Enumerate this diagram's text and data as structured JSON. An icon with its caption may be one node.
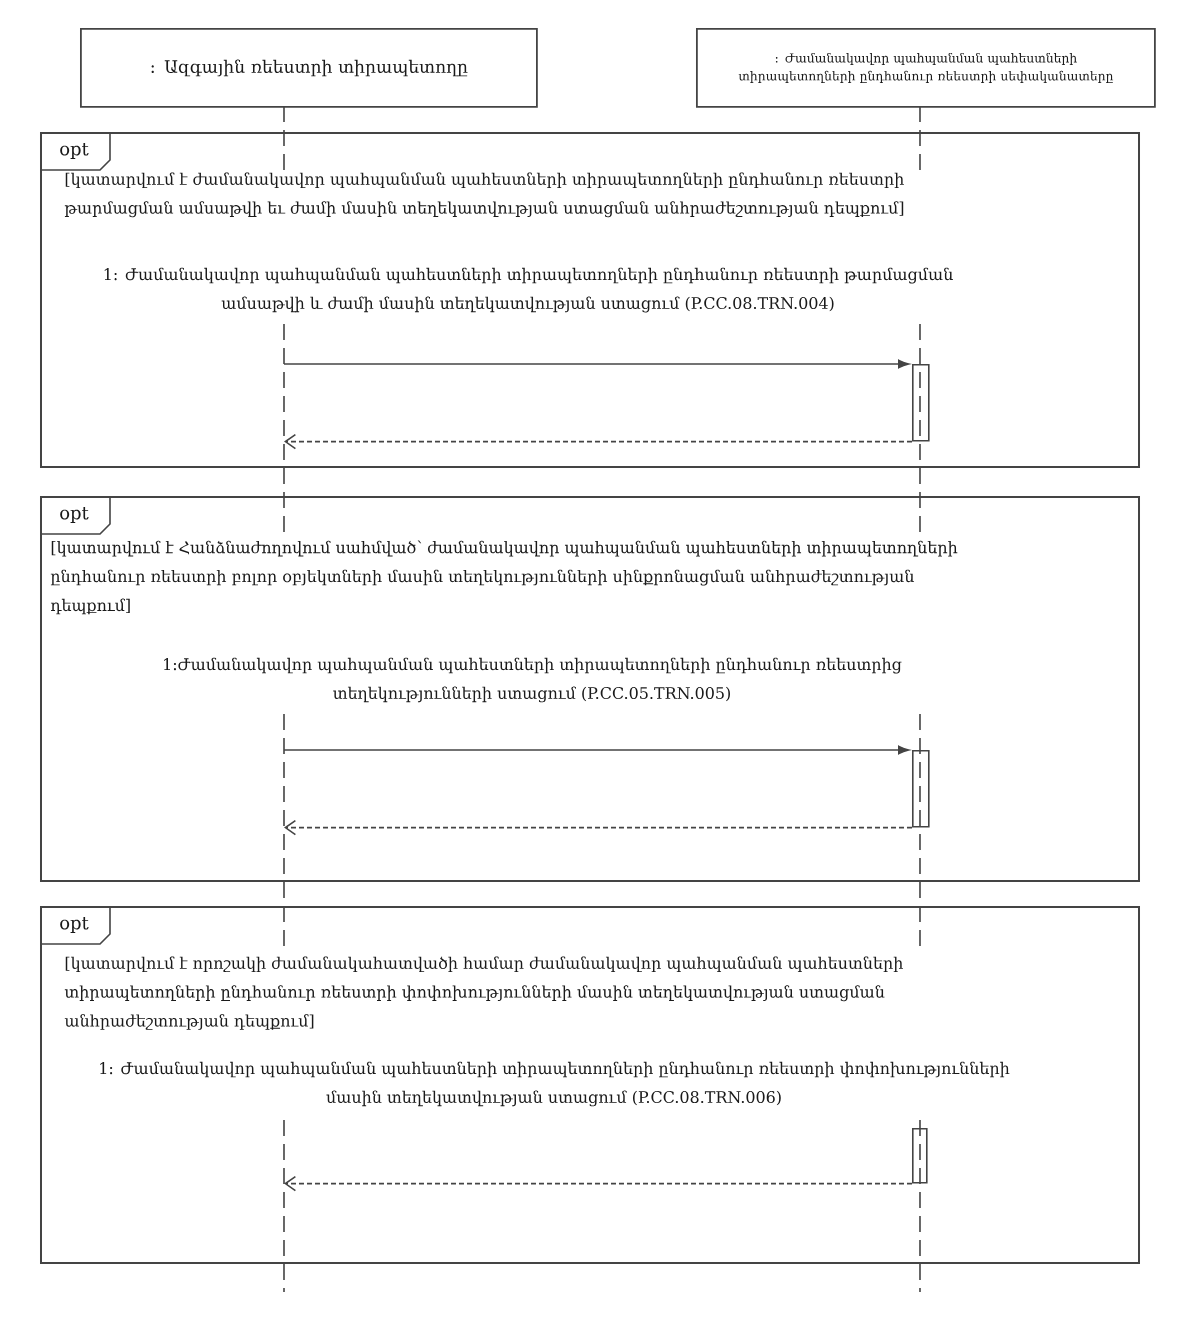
{
  "diagram": {
    "nodes": [
      {
        "text": [
          ": Ազգային ռեեստրի տիրապետողը"
        ]
      },
      {
        "text": [
          ": Ժամանակավոր պահպանման պահեստների տիրապետողների ընդհանուր ռեեստրի սեփականատերը"
        ]
      },
      {
        "text": [
          "opt",
          "[կատարվում է ժամանակավոր պահպանման պահեստների տիրապետողների ընդհանուր ռեեստրի թարմացման ամսաթվի եւ ժամի մասին տեղեկատվության ստացման անհրաժեշտության դեպքում]"
        ]
      },
      {
        "text": [
          "opt",
          "[կատարվում է Հանձնաժողովում սահմված՝ ժամանակավոր պահպանման պահեստների տիրապետողների ընդհանուր ռեեստրի բոլոր օբյեկտների մասին տեղեկությունների սինքրոնացման անհրաժեշտության դեպքում]"
        ]
      },
      {
        "text": [
          "opt",
          "[կատարվում է որոշակի ժամանակահատվածի համար ժամանակավոր պահպանման պահեստների տիրապետողների ընդհանուր ռեեստրի փոփոխությունների մասին տեղեկատվության ստացման անհրաժեշտության դեպքում]"
        ]
      },
      {
        "text": [],
        "shape": "bar",
        "in": 2
      },
      {
        "text": [],
        "shape": "bar",
        "in": 3
      },
      {
        "text": [],
        "shape": "bar",
        "in": 4
      }
    ],
    "edges": [
      {
        "from": 0,
        "to": 5,
        "arrow": "to",
        "label": "1: Ժամանակավոր պահպանման պահեստների տիրապետողների ընդհանուր ռեեստրի թարմացման ամսաթվի և ժամի մասին տեղեկատվության ստացում (P.CC.08.TRN.004)"
      },
      {
        "from": 5,
        "to": 0,
        "arrow": "to",
        "style": "dashed"
      },
      {
        "from": 0,
        "to": 6,
        "arrow": "to",
        "label": "1:Ժամանակավոր պահպանման պահեստների տիրապետողների ընդհանուր ռեեստրից տեղեկությունների ստացում (P.CC.05.TRN.005)"
      },
      {
        "from": 6,
        "to": 0,
        "arrow": "to",
        "style": "dashed"
      },
      {
        "from": 7,
        "to": 0,
        "arrow": "to",
        "style": "dashed",
        "label": "1: Ժամանակավոր պահպանման պահեստների տիրապետողների ընդհանուր ռեեստրի փոփոխությունների մասին տեղեկատվության ստացում (P.CC.08.TRN.006)"
      }
    ]
  }
}
